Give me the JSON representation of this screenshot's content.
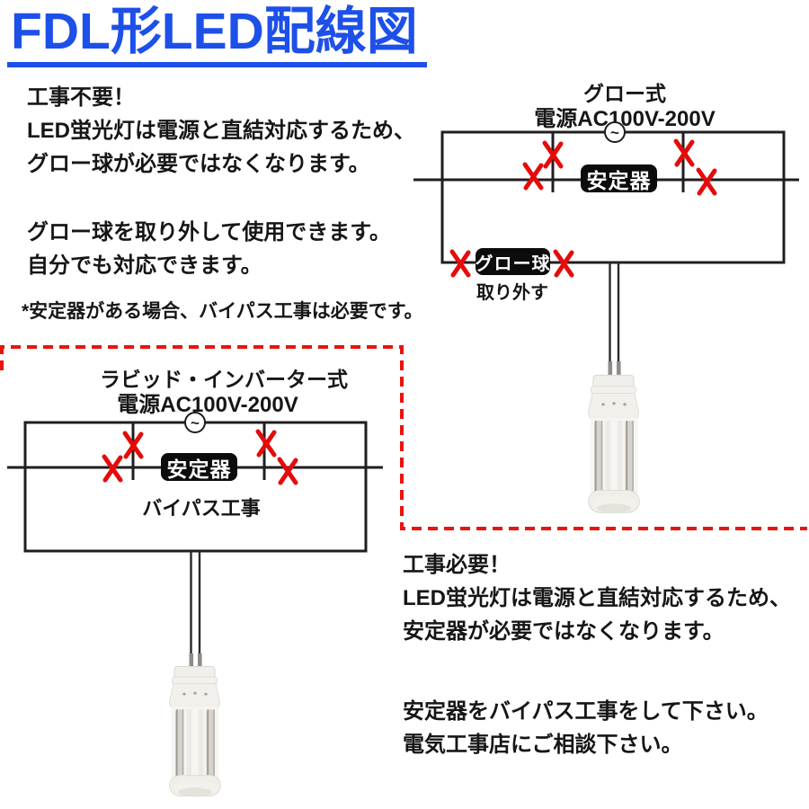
{
  "title": "FDL形LED配線図",
  "colors": {
    "title_blue": "#1d50e8",
    "line_black": "#1f1f1f",
    "x_red": "#e50b0b",
    "dashed_red": "#e8140e",
    "label_box_black": "#0c0c0c"
  },
  "no_construction_text": {
    "heading": "工事不要！",
    "line1": "LED蛍光灯は電源と直結対応するため、",
    "line2": "グロー球が必要ではなくなります。",
    "line3": "グロー球を取り外して使用できます。",
    "line4": "自分でも対応できます。",
    "note": "*安定器がある場合、バイパス工事は必要です。"
  },
  "glow_diagram": {
    "type_label": "グロー式",
    "power_label": "電源AC100V-200V",
    "ac_symbol": "~",
    "ballast_label": "安定器",
    "glow_bulb_label": "グロー球",
    "remove_label": "取り外す"
  },
  "rapid_diagram": {
    "type_label": "ラビッド・インバーター式",
    "power_label": "電源AC100V-200V",
    "ac_symbol": "~",
    "ballast_label": "安定器",
    "bypass_label": "バイパス工事"
  },
  "construction_text": {
    "heading": "工事必要！",
    "line1": "LED蛍光灯は電源と直結対応するため、",
    "line2": "安定器が必要ではなくなります。",
    "line3": "安定器をバイパス工事をして下さい。",
    "line4": "電気工事店にご相談下さい。"
  }
}
